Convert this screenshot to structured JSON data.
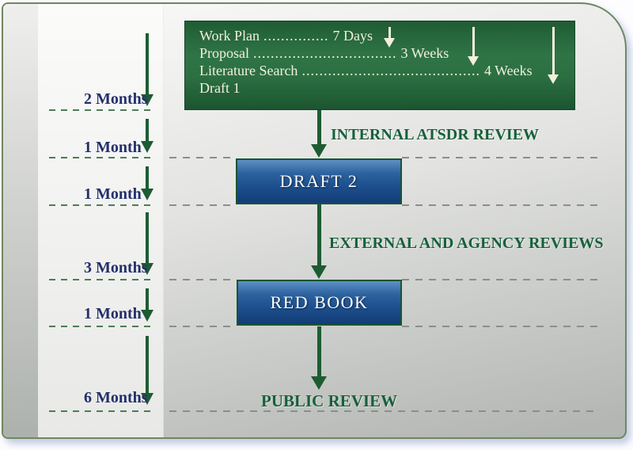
{
  "timeline": {
    "rows": [
      {
        "label": "2 Months"
      },
      {
        "label": "1 Month"
      },
      {
        "label": "1 Month"
      },
      {
        "label": "3 Months"
      },
      {
        "label": "1 Month"
      },
      {
        "label": "6 Months"
      }
    ]
  },
  "plan_box": {
    "items": [
      {
        "name": "Work Plan",
        "leader": "...............",
        "duration": "7 Days"
      },
      {
        "name": "Proposal",
        "leader": ".................................",
        "duration": "3 Weeks"
      },
      {
        "name": "Literature Search",
        "leader": ".........................................",
        "duration": "4 Weeks"
      },
      {
        "name": "Draft 1",
        "leader": "",
        "duration": ""
      }
    ]
  },
  "flow": {
    "internal_review_label": "INTERNAL ATSDR REVIEW",
    "draft2_label": "DRAFT 2",
    "external_review_label": "EXTERNAL AND AGENCY REVIEWS",
    "red_book_label": "RED BOOK",
    "public_review_label": "PUBLIC REVIEW"
  },
  "colors": {
    "dark_green": "#1d5c32",
    "review_green": "#17603a",
    "navy": "#232f6b",
    "cream": "#f2f0dd",
    "plan_border": "#17432a",
    "blue_top": "#5d90c4",
    "blue_mid": "#1d508e",
    "blue_bottom": "#123c77",
    "box_border_green": "#1a5432",
    "gray_dash": "#8b8e8b",
    "green_dash": "#4d7c56",
    "frame_border": "#70875f",
    "page_shadow": "rgba(120,140,190,0.45)"
  }
}
